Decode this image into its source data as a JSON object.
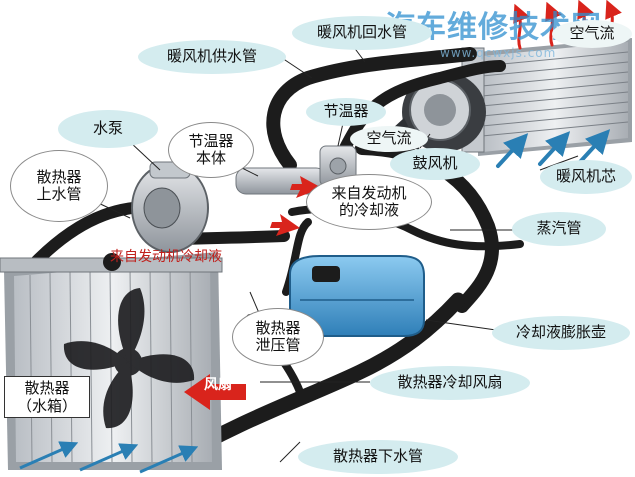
{
  "watermark": {
    "text": "汽车维修技术网",
    "url": "www.qcwxjs.com"
  },
  "labels": {
    "heater_outlet_pipe": "暖风机回水管",
    "air_flow_top": "空气流",
    "heater_supply_pipe": "暖风机供水管",
    "thermostat": "节温器",
    "air_flow_mid": "空气流",
    "water_pump": "水泵",
    "thermostat_body": "节温器\n本体",
    "blower": "鼓风机",
    "heater_core": "暖风机芯",
    "radiator_upper_hose": "散热器\n上水管",
    "from_engine_coolant_1": "来自发动机\n的冷却液",
    "steam_pipe": "蒸汽管",
    "from_engine_coolant_2": "来自发动机冷却液",
    "radiator_bleed_pipe": "散热器\n泄压管",
    "expansion_tank": "冷却液膨胀壶",
    "fan": "风扇",
    "radiator": "散热器\n（水箱）",
    "radiator_fan": "散热器冷却风扇",
    "radiator_lower_hose": "散热器下水管"
  },
  "colors": {
    "bubble": "#d4ecef",
    "hose": "#1c1c1c",
    "coolant_tank": "#4aa3d8",
    "arrow_red": "#d9241c",
    "heater_arrow": "#c0392b"
  }
}
